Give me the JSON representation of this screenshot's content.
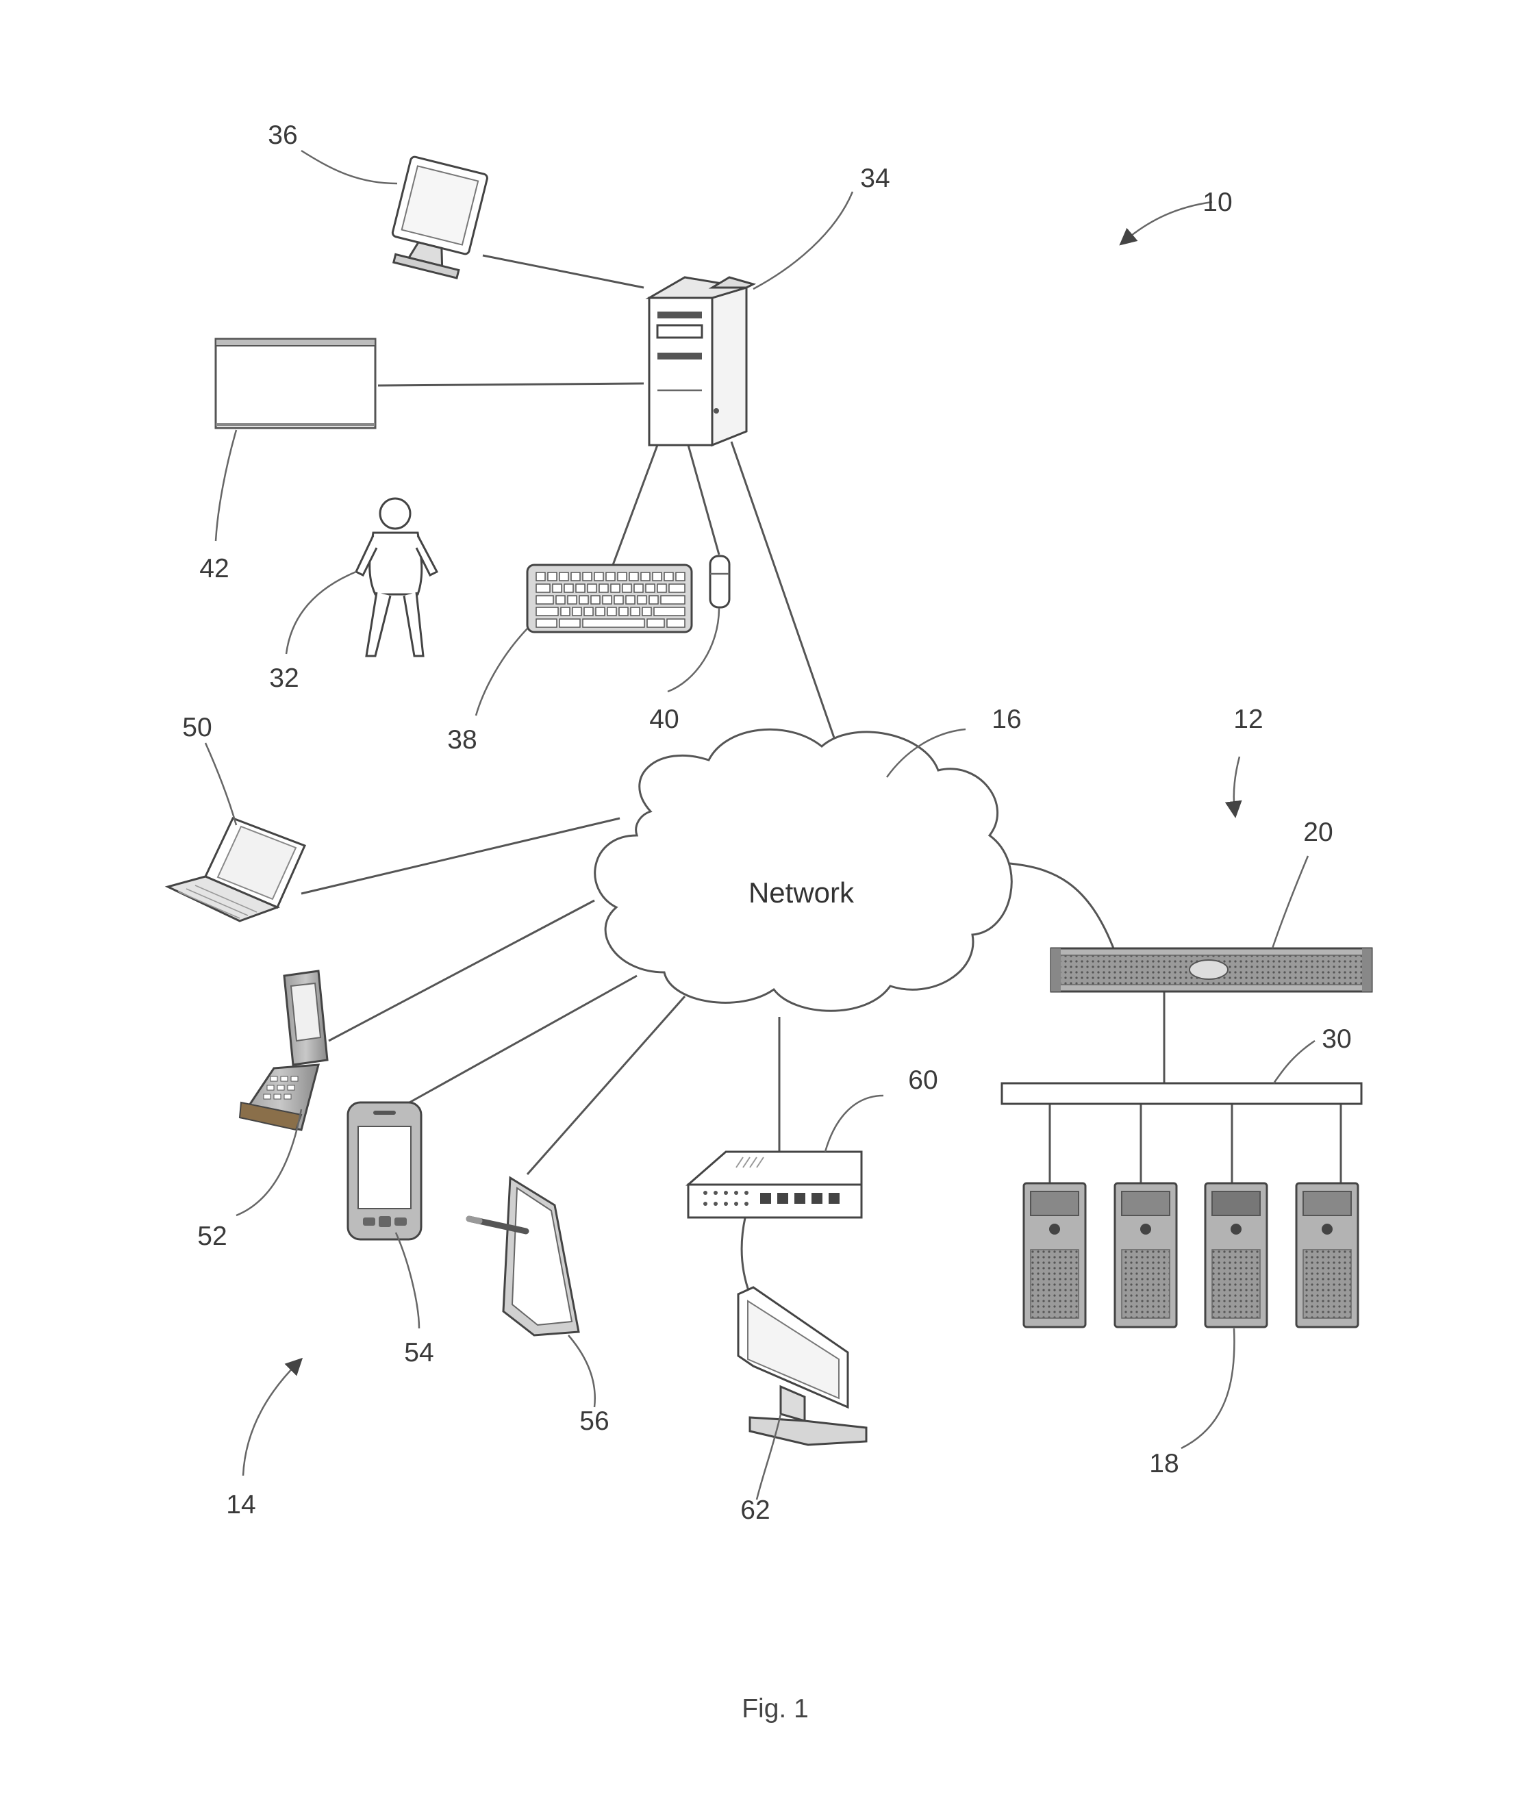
{
  "network": {
    "label": "Network"
  },
  "references": {
    "r10": "10",
    "r12": "12",
    "r14": "14",
    "r16": "16",
    "r18": "18",
    "r20": "20",
    "r30": "30",
    "r32": "32",
    "r34": "34",
    "r36": "36",
    "r38": "38",
    "r40": "40",
    "r42": "42",
    "r50": "50",
    "r52": "52",
    "r54": "54",
    "r56": "56",
    "r60": "60",
    "r62": "62"
  },
  "caption": "Fig. 1"
}
